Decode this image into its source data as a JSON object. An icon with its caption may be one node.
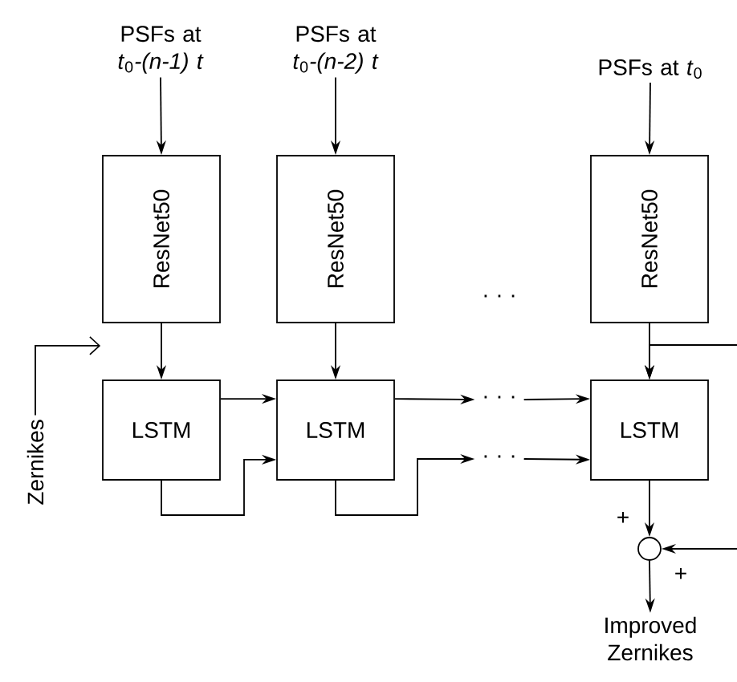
{
  "diagram": {
    "nodes": [
      {
        "text": [
          "PSFs at *t*$_{0}$*-(n-1) t*"
        ]
      },
      {
        "text": [
          "PSFs at *t*$_{0}$*-(n-2) t*"
        ]
      },
      {
        "text": [
          "PSFs at *t*$_{0}$"
        ]
      },
      {
        "text": [
          "ResNet50"
        ]
      },
      {
        "text": [
          "ResNet50"
        ]
      },
      {
        "text": [
          "ResNet50"
        ]
      },
      {
        "text": [
          "LSTM"
        ]
      },
      {
        "text": [
          "LSTM"
        ]
      },
      {
        "text": [
          "LSTM"
        ]
      },
      {
        "text": [
          "Zernikes"
        ]
      },
      {
        "text": [
          "· · ·"
        ]
      },
      {
        "text": [
          "· · ·"
        ]
      },
      {
        "text": [],
        "shape": "circle"
      },
      {
        "text": [
          "Improved Zernikes"
        ]
      }
    ],
    "edges": [
      {
        "from": 0,
        "to": 3,
        "arrow": "to"
      },
      {
        "from": 1,
        "to": 4,
        "arrow": "to"
      },
      {
        "from": 2,
        "to": 5,
        "arrow": "to"
      },
      {
        "from": 3,
        "to": 6,
        "arrow": "to"
      },
      {
        "from": 4,
        "to": 7,
        "arrow": "to"
      },
      {
        "from": 5,
        "to": 8,
        "arrow": "to"
      },
      {
        "from": 9,
        "to": 3,
        "arrow": "to"
      },
      {
        "from": null,
        "to": 8,
        "arrow": "to"
      },
      {
        "from": 6,
        "to": 7,
        "arrow": "to"
      },
      {
        "from": 6,
        "to": 7,
        "arrow": "to"
      },
      {
        "from": 7,
        "to": 10,
        "arrow": "to"
      },
      {
        "from": 7,
        "to": 11,
        "arrow": "to"
      },
      {
        "from": 10,
        "to": 8,
        "arrow": "to"
      },
      {
        "from": 11,
        "to": 8,
        "arrow": "to"
      },
      {
        "from": 8,
        "to": 12,
        "arrow": "to"
      },
      {
        "from": null,
        "to": 12,
        "arrow": "to"
      },
      {
        "from": 12,
        "to": 13,
        "arrow": "to"
      }
    ],
    "labels": [
      "· · ·",
      "+",
      "+"
    ]
  }
}
